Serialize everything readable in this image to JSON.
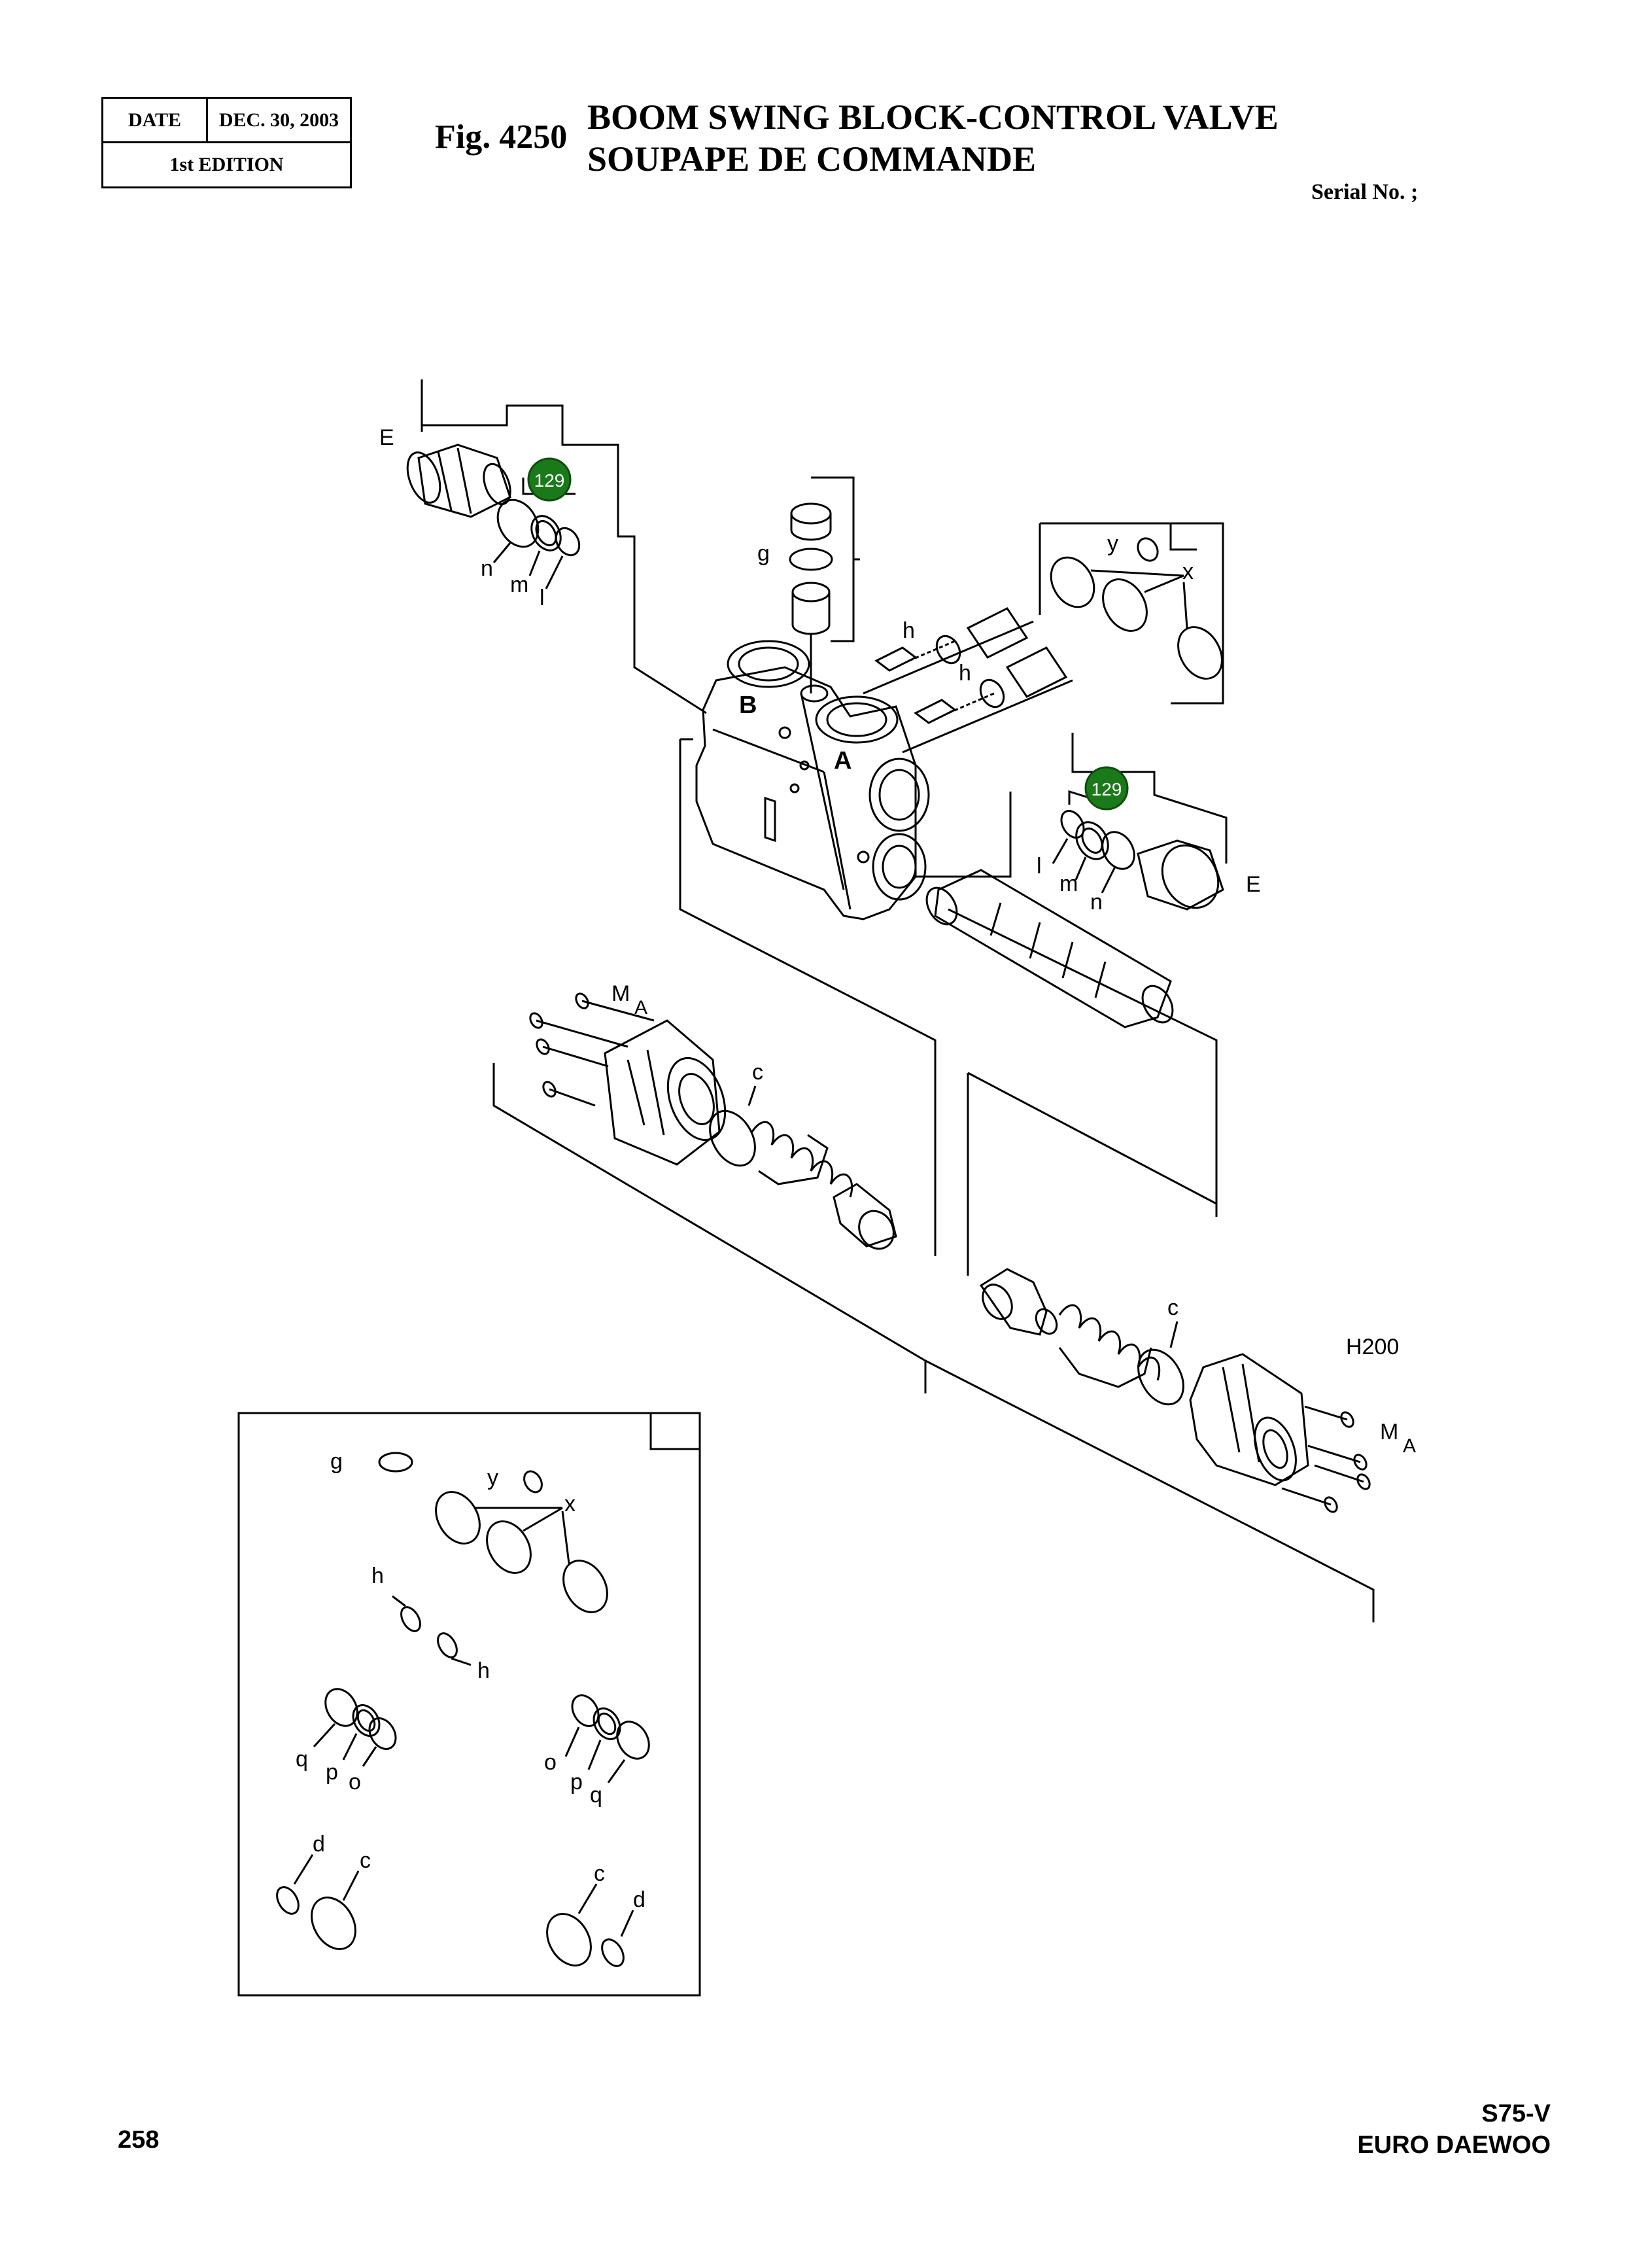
{
  "header": {
    "date_label": "DATE",
    "date_value": "DEC. 30, 2003",
    "edition": "1st EDITION",
    "fig_no": "Fig. 4250",
    "title_en": "BOOM SWING BLOCK-CONTROL VALVE",
    "title_fr": "SOUPAPE DE COMMANDE",
    "serial": "Serial No. ;"
  },
  "diagram": {
    "callouts": {
      "E": "E",
      "g": "g",
      "n": "n",
      "m": "m",
      "l": "l",
      "h": "h",
      "y": "y",
      "x": "x",
      "B": "B",
      "A": "A",
      "MA_M": "M",
      "MA_A": "A",
      "c": "c",
      "H200": "H200",
      "d": "d",
      "o": "o",
      "p": "p",
      "q": "q"
    },
    "badges": [
      "129",
      "129"
    ],
    "badge_color": "#1a7a1a"
  },
  "footer": {
    "page_number": "258",
    "model": "S75-V",
    "brand": "EURO DAEWOO"
  }
}
